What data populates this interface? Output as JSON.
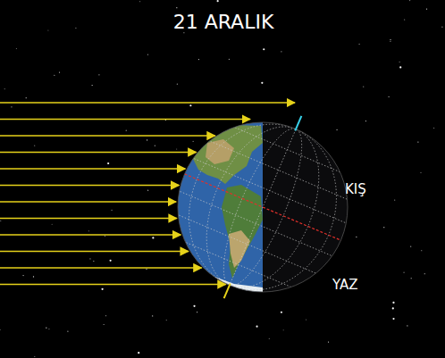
{
  "diagram": {
    "title": "21 ARALIK",
    "labels": [
      "KIŞ",
      "YAZ"
    ]
  }
}
